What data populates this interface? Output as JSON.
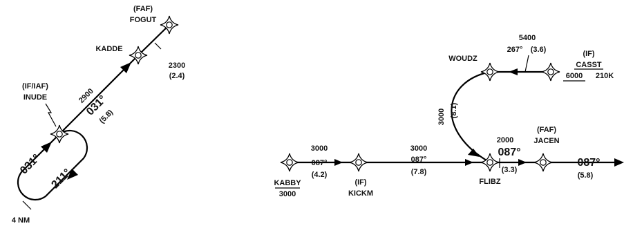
{
  "left_procedure": {
    "fixes": {
      "fogut": {
        "role": "(FAF)",
        "name": "FOGUT"
      },
      "kadde": {
        "name": "KADDE"
      },
      "inude": {
        "role": "(IF/IAF)",
        "name": "INUDE"
      }
    },
    "kadde_fogut_leg": {
      "altitude": "2300",
      "distance": "(2.4)"
    },
    "inude_kadde_leg": {
      "altitude": "2900",
      "course": "031°",
      "distance": "(5.8)"
    },
    "holding": {
      "inbound_course": "031°",
      "outbound_course": "211°",
      "leg_length": "4 NM"
    }
  },
  "right_procedure": {
    "fixes": {
      "cass": {
        "role": "(IF)",
        "name": "CASST",
        "min_alt": "6000",
        "speed": "210K"
      },
      "woudz": {
        "name": "WOUDZ"
      },
      "kabby": {
        "name": "KABBY",
        "min_alt": "3000"
      },
      "kickm": {
        "role": "(IF)",
        "name": "KICKM"
      },
      "flibz": {
        "name": "FLIBZ"
      },
      "jacen": {
        "role": "(FAF)",
        "name": "JACEN"
      }
    },
    "cass_woudz_leg": {
      "altitude": "5400",
      "course": "267°",
      "distance": "(3.6)"
    },
    "woudz_flibz_arc": {
      "altitude": "3000",
      "distance": "(8.1)"
    },
    "kabby_kickm_leg": {
      "altitude": "3000",
      "course": "087°",
      "distance": "(4.2)"
    },
    "kickm_flibz_leg": {
      "altitude": "3000",
      "course": "087°",
      "distance": "(7.8)"
    },
    "flibz_jacen_leg": {
      "altitude": "2000",
      "course": "087°",
      "distance": "(3.3)"
    },
    "final_leg": {
      "course": "087°",
      "distance": "(5.8)"
    }
  }
}
